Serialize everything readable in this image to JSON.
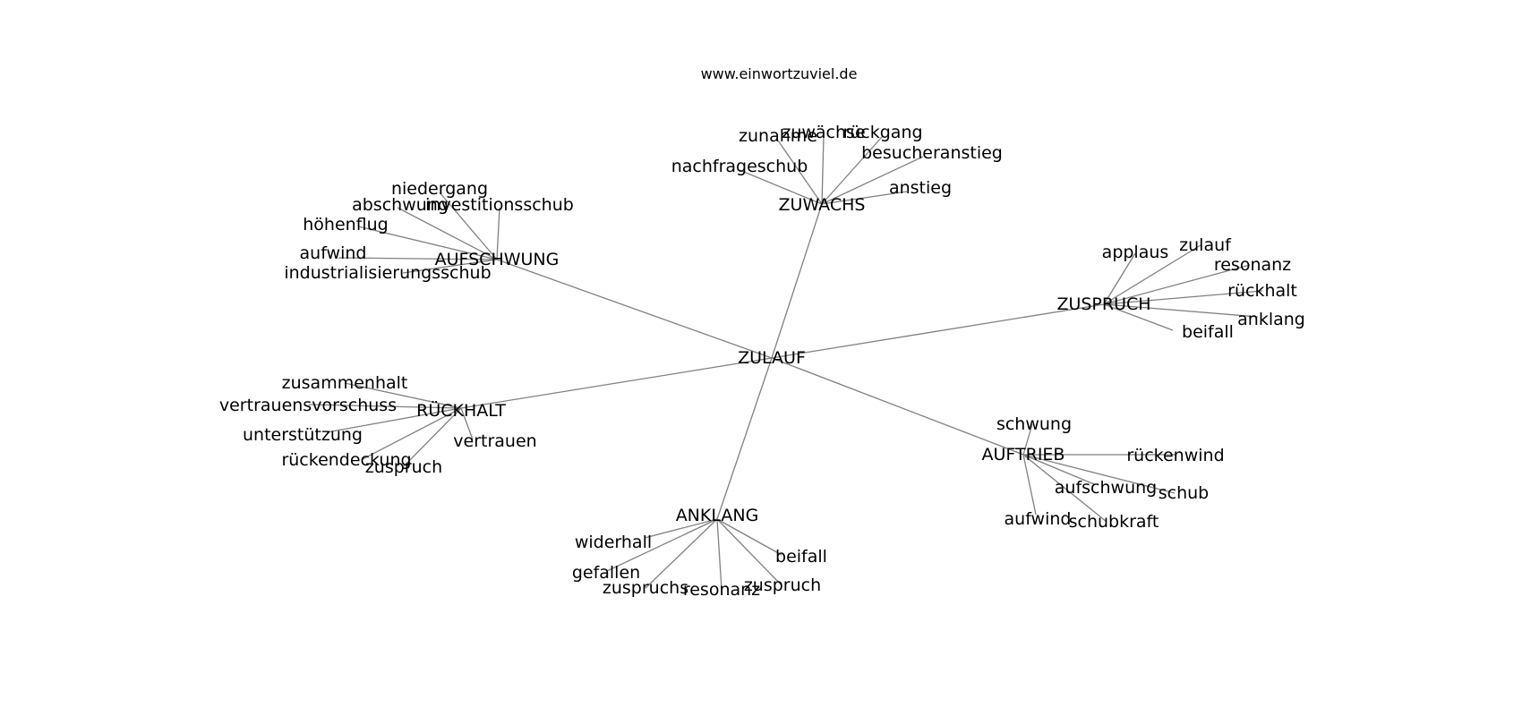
{
  "title": "www.einwortzuviel.de",
  "root": "ZULAUF",
  "hubs": [
    {
      "label": "ZUWACHS",
      "leaves": [
        "zunahme",
        "zuwächse",
        "rückgang",
        "nachfrageschub",
        "besucheranstieg",
        "anstieg"
      ]
    },
    {
      "label": "AUFSCHWUNG",
      "leaves": [
        "niedergang",
        "abschwung",
        "investitionsschub",
        "höhenflug",
        "aufwind",
        "industrialisierungsschub"
      ]
    },
    {
      "label": "ZUSPRUCH",
      "leaves": [
        "applaus",
        "zulauf",
        "resonanz",
        "rückhalt",
        "anklang",
        "beifall"
      ]
    },
    {
      "label": "RÜCKHALT",
      "leaves": [
        "zusammenhalt",
        "vertrauensvorschuss",
        "unterstützung",
        "rückendeckung",
        "zuspruch",
        "vertrauen"
      ]
    },
    {
      "label": "AUFTRIEB",
      "leaves": [
        "schwung",
        "rückenwind",
        "aufschwung",
        "schub",
        "aufwind",
        "schubkraft"
      ]
    },
    {
      "label": "ANKLANG",
      "leaves": [
        "widerhall",
        "gefallen",
        "zuspruchs",
        "resonanz",
        "beifall",
        "zuspruch"
      ]
    }
  ]
}
